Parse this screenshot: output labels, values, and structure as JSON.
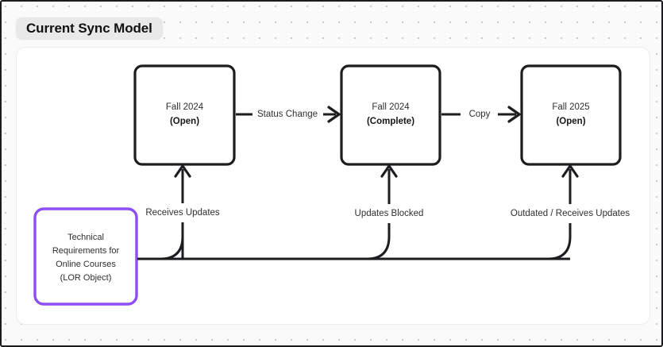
{
  "canvas": {
    "title": "Current Sync Model",
    "background_color": "#fafafa",
    "panel_color": "#ffffff",
    "dot_grid": true
  },
  "nodes": [
    {
      "id": "fall-2024-open",
      "lines": [
        "Fall 2024",
        "(Open)"
      ],
      "line1": "Fall 2024",
      "line2": "(Open)",
      "border_color": "#1d1d20"
    },
    {
      "id": "fall-2024-complete",
      "lines": [
        "Fall 2024",
        "(Complete)"
      ],
      "line1": "Fall 2024",
      "line2": "(Complete)",
      "border_color": "#1d1d20"
    },
    {
      "id": "fall-2025-open",
      "lines": [
        "Fall 2025",
        "(Open)"
      ],
      "line1": "Fall 2025",
      "line2": "(Open)",
      "border_color": "#1d1d20"
    },
    {
      "id": "lor-object",
      "lines": [
        "Technical",
        "Requirements for",
        "Online Courses",
        "(LOR Object)"
      ],
      "line1": "Technical",
      "line2": "Requirements for",
      "line3": "Online Courses",
      "line4": "(LOR Object)",
      "border_color": "#8d4ef5"
    }
  ],
  "edges": [
    {
      "id": "status-change",
      "label": "Status Change",
      "from": "fall-2024-open",
      "to": "fall-2024-complete"
    },
    {
      "id": "copy",
      "label": "Copy",
      "from": "fall-2024-complete",
      "to": "fall-2025-open"
    },
    {
      "id": "receives-updates",
      "label": "Receives Updates",
      "from": "lor-object",
      "to": "fall-2024-open"
    },
    {
      "id": "updates-blocked",
      "label": "Updates Blocked",
      "from": "lor-object",
      "to": "fall-2024-complete"
    },
    {
      "id": "outdated-receives-updates",
      "label": "Outdated / Receives Updates",
      "from": "lor-object",
      "to": "fall-2025-open"
    }
  ]
}
